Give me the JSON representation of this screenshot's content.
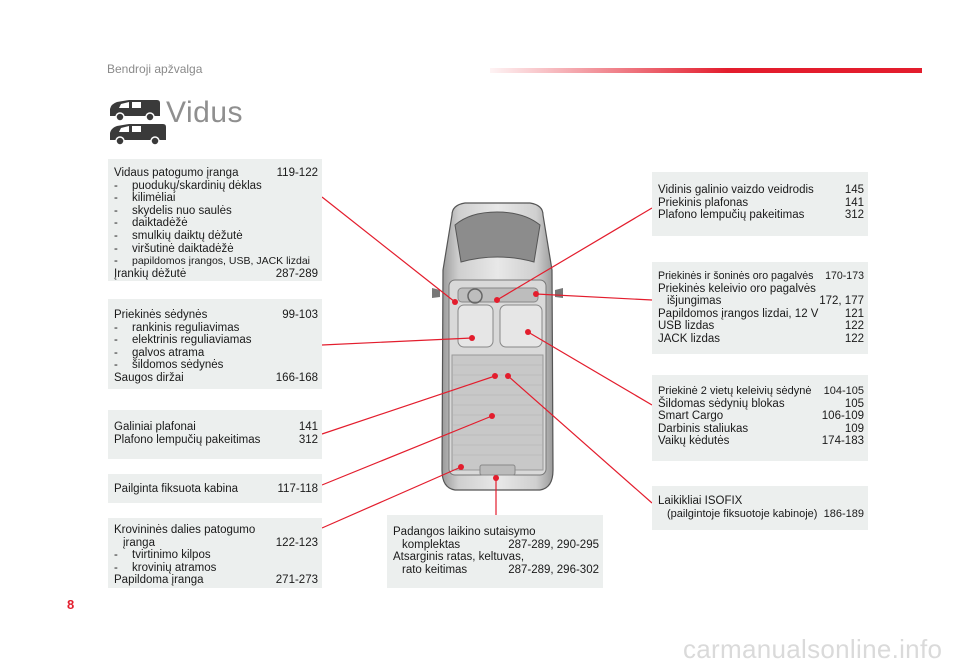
{
  "header": {
    "title": "Bendroji apžvalga",
    "section": "Vidus"
  },
  "page_number": "8",
  "watermark": "carmanualsonline.info",
  "colors": {
    "accent": "#e31d2d",
    "box_bg": "#ecefee"
  },
  "icons": [
    "van-icon",
    "van-long-icon"
  ],
  "boxes": {
    "comfort": {
      "title": "Vidaus patogumo įranga",
      "title_pages": "119-122",
      "items": [
        "puodukų/skardinių dėklas",
        "kilimėliai",
        "skydelis nuo saulės",
        "daiktadėžė",
        "smulkių daiktų dėžutė",
        "viršutinė daiktadėžė",
        "papildomos įrangos, USB, JACK lizdai"
      ],
      "footer": "Įrankių dėžutė",
      "footer_pages": "287-289"
    },
    "front_seats": {
      "title": "Priekinės sėdynės",
      "title_pages": "99-103",
      "items": [
        "rankinis reguliavimas",
        "elektrinis reguliaviamas",
        "galvos atrama",
        "šildomos sėdynės"
      ],
      "footer": "Saugos diržai",
      "footer_pages": "166-168"
    },
    "rear_lamp": {
      "line1": "Galiniai plafonai",
      "line1_pages": "141",
      "line2": "Plafono lempučių pakeitimas",
      "line2_pages": "312"
    },
    "cabin": {
      "line1": "Pailginta fiksuota kabina",
      "line1_pages": "117-118"
    },
    "cargo": {
      "title": "Krovininės dalies patogumo",
      "title2": "įranga",
      "title_pages": "122-123",
      "items": [
        "tvirtinimo kilpos",
        "krovinių atramos"
      ],
      "footer": "Papildoma įranga",
      "footer_pages": "271-273"
    },
    "tyre": {
      "line1": "Padangos laikino sutaisymo",
      "line1b": "komplektas",
      "line1_pages": "287-289, 290-295",
      "line2": "Atsarginis ratas, keltuvas,",
      "line2b": "rato keitimas",
      "line2_pages": "287-289, 296-302"
    },
    "mirror": {
      "line1": "Vidinis galinio vaizdo veidrodis",
      "line1_pages": "145",
      "line2": "Priekinis plafonas",
      "line2_pages": "141",
      "line3": "Plafono lempučių pakeitimas",
      "line3_pages": "312"
    },
    "airbags": {
      "line1": "Priekinės ir šoninės oro pagalvės",
      "line1_pages": "170-173",
      "line2": "Priekinės keleivio oro pagalvės",
      "line2b": "išjungimas",
      "line2_pages": "172, 177",
      "line3": "Papildomos įrangos lizdai, 12 V",
      "line3_pages": "121",
      "line4": "USB lizdas",
      "line4_pages": "122",
      "line5": "JACK lizdas",
      "line5_pages": "122"
    },
    "twin_seat": {
      "line1": "Priekinė 2 vietų keleivių sėdynė",
      "line1_pages": "104-105",
      "line2": "Šildomas sėdynių blokas",
      "line2_pages": "105",
      "line3": "Smart Cargo",
      "line3_pages": "106-109",
      "line4": "Darbinis staliukas",
      "line4_pages": "109",
      "line5": "Vaikų kėdutės",
      "line5_pages": "174-183"
    },
    "isofix": {
      "line1": "Laikikliai ISOFIX",
      "line2": "(pailgintoje fiksuotoje kabinoje)",
      "line2_pages": "186-189"
    }
  }
}
